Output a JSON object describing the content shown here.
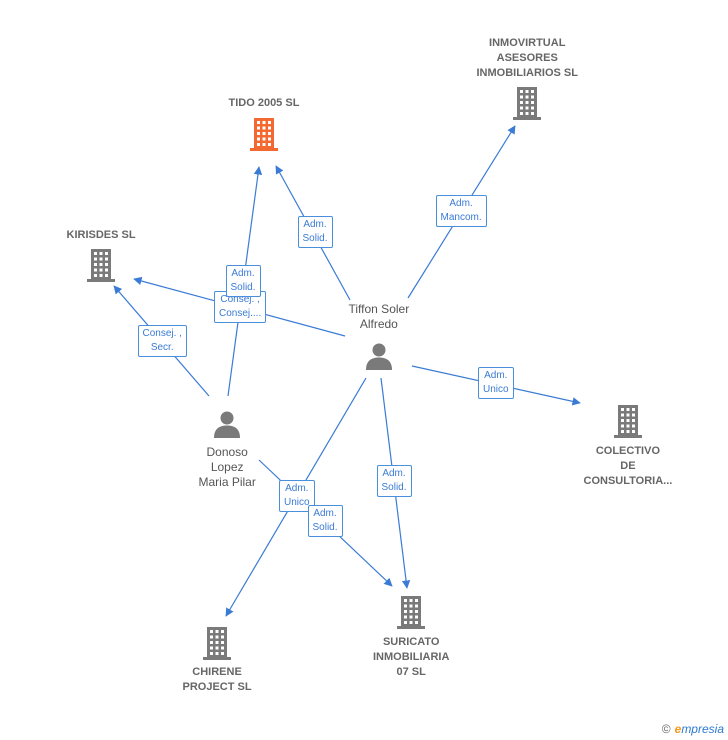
{
  "colors": {
    "edge": "#3a7bd5",
    "company": "#7a7a7a",
    "company_highlight": "#f26a31",
    "person": "#7a7a7a"
  },
  "nodes": {
    "tido": {
      "label_lines": [
        "TIDO 2005  SL"
      ],
      "type": "company",
      "highlight": true
    },
    "inmovirtual": {
      "label_lines": [
        "INMOVIRTUAL",
        "ASESORES",
        "INMOBILIARIOS SL"
      ],
      "type": "company"
    },
    "kirisdes": {
      "label_lines": [
        "KIRISDES SL"
      ],
      "type": "company"
    },
    "tiffon": {
      "label_lines": [
        "Tiffon Soler",
        "Alfredo"
      ],
      "type": "person"
    },
    "colectivo": {
      "label_lines": [
        "COLECTIVO",
        "DE",
        "CONSULTORIA..."
      ],
      "type": "company"
    },
    "donoso": {
      "label_lines": [
        "Donoso",
        "Lopez",
        "Maria Pilar"
      ],
      "type": "person"
    },
    "chirene": {
      "label_lines": [
        "CHIRENE",
        "PROJECT SL"
      ],
      "type": "company"
    },
    "suricato": {
      "label_lines": [
        "SURICATO",
        "INMOBILIARIA",
        "07  SL"
      ],
      "type": "company"
    }
  },
  "edges": [
    {
      "from": "tiffon",
      "to": "tido",
      "label_lines": [
        "Adm.",
        "Solid."
      ]
    },
    {
      "from": "tiffon",
      "to": "inmovirtual",
      "label_lines": [
        "Adm.",
        "Mancom."
      ]
    },
    {
      "from": "tiffon",
      "to": "kirisdes",
      "label_lines": [
        "Consej. ,",
        "Consej...."
      ]
    },
    {
      "from": "tiffon",
      "to": "colectivo",
      "label_lines": [
        "Adm.",
        "Unico"
      ]
    },
    {
      "from": "tiffon",
      "to": "suricato",
      "label_lines": [
        "Adm.",
        "Solid."
      ]
    },
    {
      "from": "tiffon",
      "to": "chirene",
      "label_lines": [
        "Adm.",
        "Unico"
      ]
    },
    {
      "from": "donoso",
      "to": "tido",
      "label_lines": [
        "Adm.",
        "Solid."
      ]
    },
    {
      "from": "donoso",
      "to": "kirisdes",
      "label_lines": [
        "Consej. ,",
        "Secr."
      ]
    },
    {
      "from": "donoso",
      "to": "suricato",
      "label_lines": [
        "Adm.",
        "Solid."
      ]
    }
  ],
  "brand": {
    "copyright": "©",
    "first_letter": "e",
    "rest": "mpresia"
  }
}
